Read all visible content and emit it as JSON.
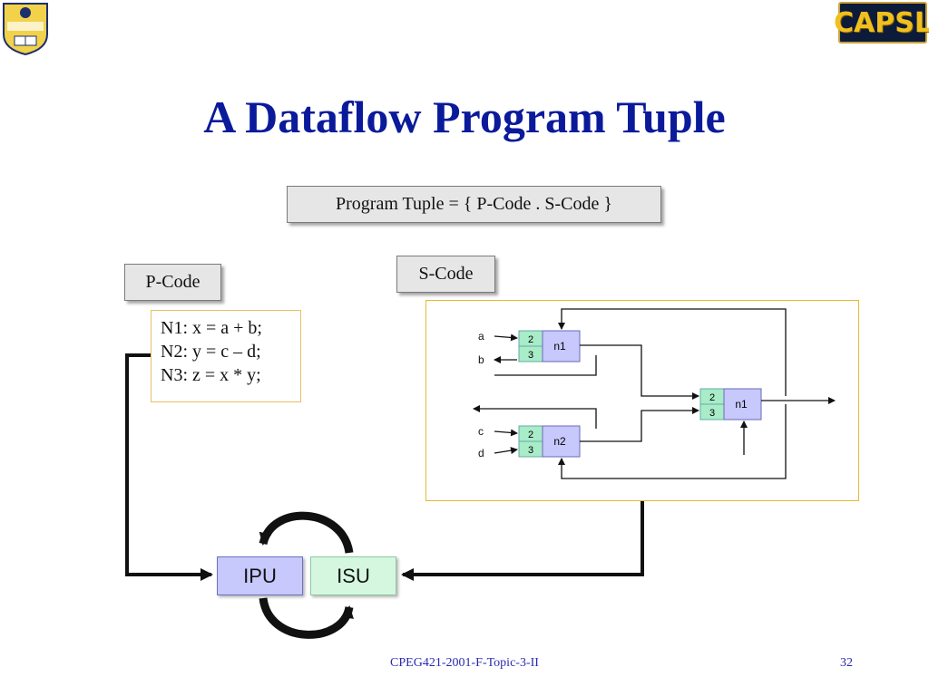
{
  "header": {
    "university_logo": "university-of-delaware-seal",
    "capsl_logo_text": "CAPSL"
  },
  "slide": {
    "title": "A Dataflow Program Tuple",
    "tuple_box": "Program Tuple = { P-Code . S-Code }",
    "pcode_label": "P-Code",
    "scode_label": "S-Code",
    "pcode_lines": [
      "N1: x = a + b;",
      "N2: y = c – d;",
      "N3: z = x * y;"
    ],
    "units": {
      "ipu": "IPU",
      "isu": "ISU"
    }
  },
  "scode_graph": {
    "inputs": [
      "a",
      "b",
      "c",
      "d"
    ],
    "nodes": [
      {
        "name": "n1",
        "slots": [
          "2",
          "3"
        ]
      },
      {
        "name": "n2",
        "slots": [
          "2",
          "3"
        ]
      },
      {
        "name": "n1",
        "slots": [
          "2",
          "3"
        ]
      }
    ]
  },
  "footer": {
    "course": "CPEG421-2001-F-Topic-3-II",
    "page": "32"
  },
  "colors": {
    "title": "#0a1a9a",
    "node_name_fill": "#c7c8fb",
    "node_slot_fill": "#a8ecc8",
    "frame_border": "#e8b830"
  }
}
